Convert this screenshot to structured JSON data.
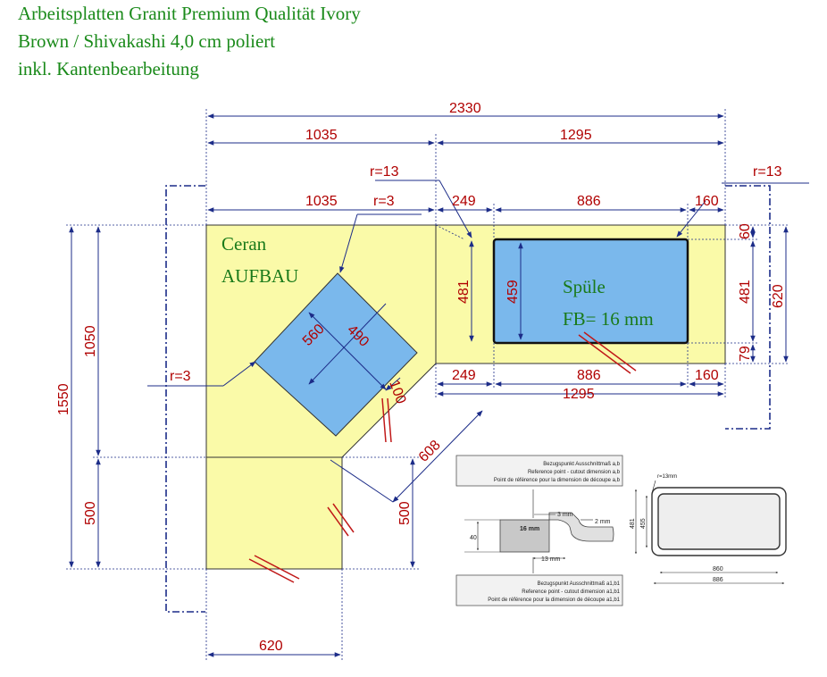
{
  "title": {
    "line1": "Arbeitsplatten Granit Premium Qualität Ivory",
    "line2": "Brown / Shivakashi 4,0 cm poliert",
    "line3": "inkl. Kantenbearbeitung"
  },
  "labels": {
    "ceran": "Ceran",
    "aufbau": "AUFBAU",
    "spuele": "Spüle",
    "fb": "FB= 16 mm"
  },
  "dims": {
    "total_width": "2330",
    "left_width": "1035",
    "right_width": "1295",
    "left_width_inner": "1035",
    "r13_top": "r=13",
    "r3_top": "r=3",
    "sink_left": "249",
    "sink_width": "886",
    "sink_right": "160",
    "r13_right": "r=13",
    "sink_top_gap": "60",
    "sink_height_a": "481",
    "sink_height_b": "459",
    "right_height": "481",
    "right_depth": "620",
    "sink_bottom_gap": "79",
    "bottom_249": "249",
    "bottom_886": "886",
    "bottom_160": "160",
    "bottom_1295": "1295",
    "cooktop_560": "560",
    "cooktop_490": "490",
    "cooktop_100": "100",
    "r3_left": "r=3",
    "diag_608": "608",
    "height_1550": "1550",
    "height_1050": "1050",
    "height_500_left": "500",
    "height_500_right": "500",
    "bottom_620": "620"
  },
  "detail1": {
    "ref_ab_de": "Bezugspunkt Ausschnittmaß a,b",
    "ref_ab_en": "Reference point - cutout dimension a,b",
    "ref_ab_fr": "Point de référence pour la dimension de découpe a,b",
    "ref_a1_de": "Bezugspunkt Ausschnittmaß a1,b1",
    "ref_a1_en": "Reference point - cutout dimension a1,b1",
    "ref_a1_fr": "Point de référence pour la dimension de découpe a1,b1",
    "d3": "3 mm",
    "d2": "2 mm",
    "d16": "16 mm",
    "d40": "40",
    "d13": "13 mm"
  },
  "detail2": {
    "r13": "r=13mm",
    "h481": "481",
    "h455": "455",
    "w860": "860",
    "w886": "886"
  },
  "colors": {
    "counter": "#fafaa8",
    "sink": "#7ab8ec",
    "dim_line": "#1c2c88",
    "dim_text": "#b00000",
    "label_green": "#1a7a1a"
  }
}
